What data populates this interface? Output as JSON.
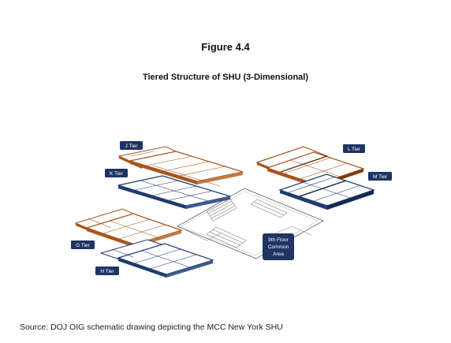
{
  "figure": {
    "title": "Figure 4.4",
    "subtitle": "Tiered Structure of SHU (3-Dimensional)"
  },
  "tiers": [
    {
      "id": "J",
      "label": "J Tier",
      "color": "orange"
    },
    {
      "id": "K",
      "label": "K Tier",
      "color": "blue"
    },
    {
      "id": "L",
      "label": "L Tier",
      "color": "orange"
    },
    {
      "id": "M",
      "label": "M Tier",
      "color": "blue"
    },
    {
      "id": "G",
      "label": "G Tier",
      "color": "orange"
    },
    {
      "id": "H",
      "label": "H Tier",
      "color": "blue"
    }
  ],
  "common_area": {
    "lines": [
      "9th Floor",
      "Common",
      "Area"
    ]
  },
  "colors": {
    "orange": "#a9541c",
    "blue": "#1f3c70",
    "label_bg": "#1f3462"
  },
  "source": "Source:  DOJ OIG schematic drawing depicting the MCC New York SHU"
}
